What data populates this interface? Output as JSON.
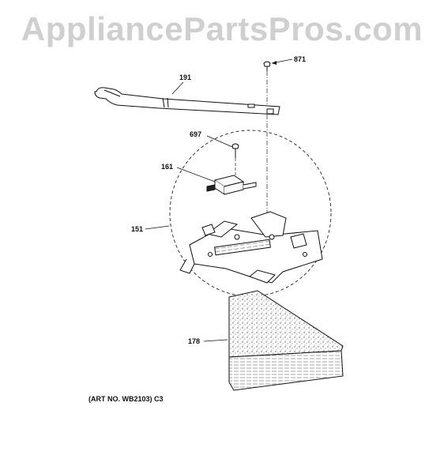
{
  "watermark": "AppliancePartsPros.com",
  "callouts": {
    "c871": "871",
    "c191": "191",
    "c697": "697",
    "c161": "161",
    "c151": "151",
    "c178": "178"
  },
  "art_no": "(ART NO. WB2103) C3"
}
